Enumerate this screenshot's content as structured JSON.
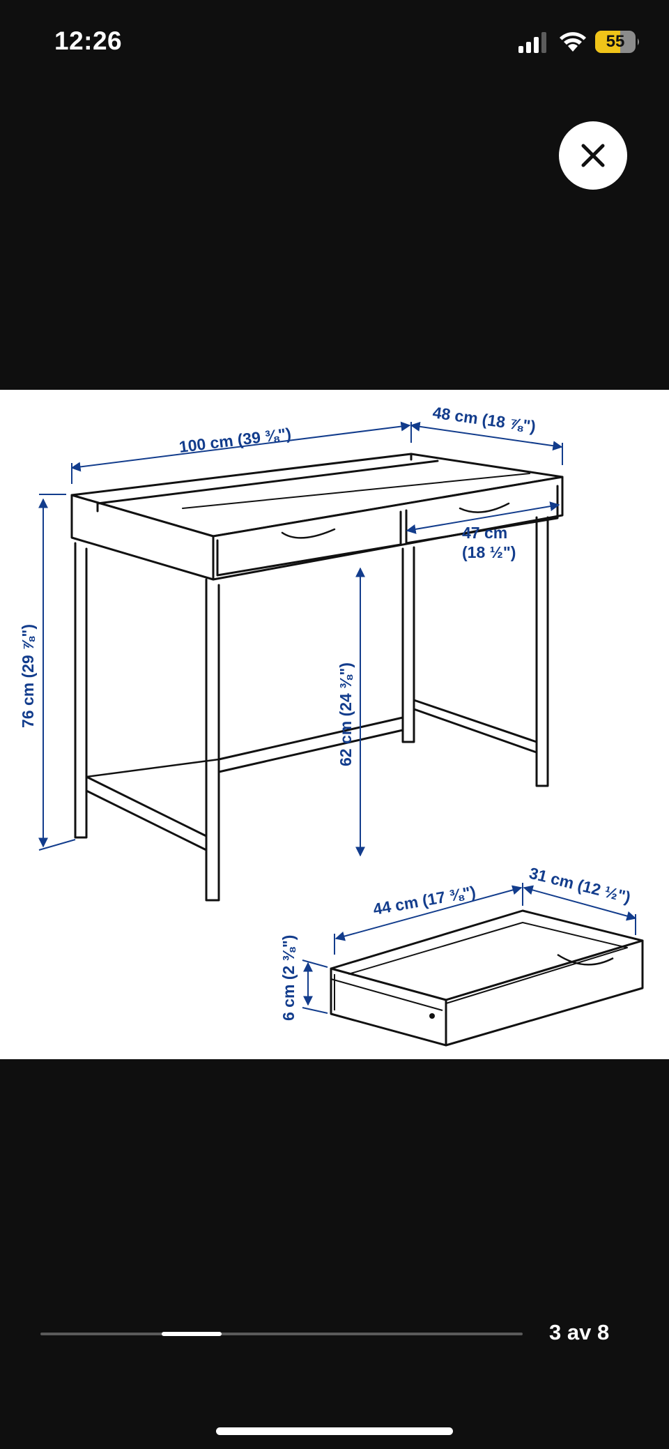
{
  "status_bar": {
    "time": "12:26",
    "battery": "55"
  },
  "close": {
    "icon": "close-icon"
  },
  "image": {
    "labels": {
      "width": "100 cm (39 ⅜\")",
      "depth": "48 cm (18 ⅞\")",
      "height": "76 cm (29 ⅞\")",
      "under_clearance": "62 cm (24 ⅜\")",
      "inner_width_line1": "47 cm",
      "inner_width_line2": "(18 ½\")",
      "drawer_width": "44 cm (17 ⅜\")",
      "drawer_depth": "31 cm (12 ½\")",
      "drawer_height": "6 cm (2 ⅜\")"
    },
    "colors": {
      "dimension": "#123c8c",
      "line": "#111111"
    }
  },
  "pager": {
    "label": "3 av 8",
    "current": 3,
    "total": 8
  }
}
